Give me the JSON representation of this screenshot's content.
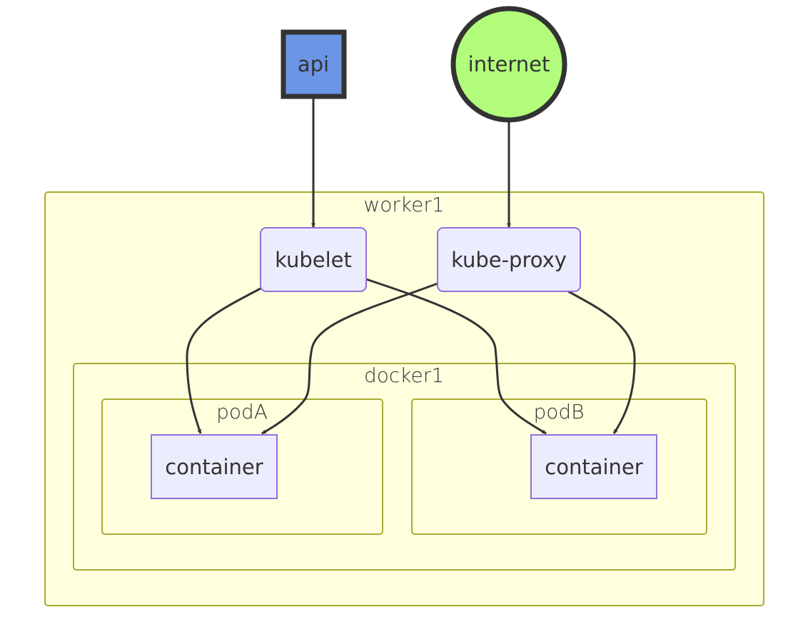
{
  "diagram": {
    "type": "flowchart",
    "colors": {
      "api_fill": "#6b96e6",
      "internet_fill": "#b1fd7b",
      "node_fill": "#ececff",
      "node_stroke": "#9370db",
      "cluster_fill": "#ffffde",
      "cluster_stroke": "#aaaa33",
      "edge": "#333333"
    },
    "nodes": {
      "api": "api",
      "internet": "internet",
      "kubelet": "kubelet",
      "kube_proxy": "kube-proxy",
      "container_a": "container",
      "container_b": "container"
    },
    "clusters": {
      "worker1": "worker1",
      "docker1": "docker1",
      "podA": "podA",
      "podB": "podB"
    },
    "edges": [
      {
        "from": "api",
        "to": "kubelet"
      },
      {
        "from": "internet",
        "to": "kube-proxy"
      },
      {
        "from": "kubelet",
        "to": "podA container"
      },
      {
        "from": "kubelet",
        "to": "podB container"
      },
      {
        "from": "kube-proxy",
        "to": "podA container"
      },
      {
        "from": "kube-proxy",
        "to": "podB container"
      }
    ]
  }
}
